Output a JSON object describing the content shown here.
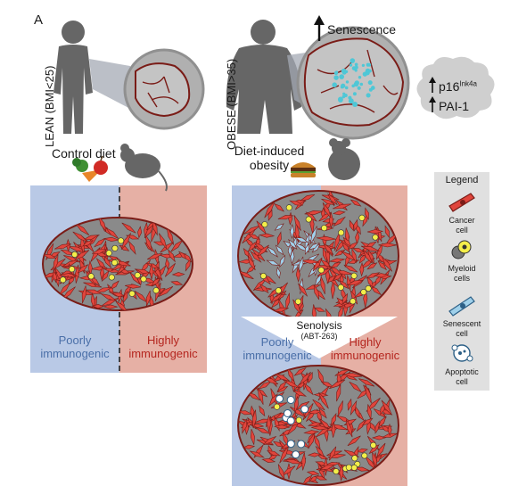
{
  "panel_letter": "A",
  "lean": {
    "label": "LEAN (BMI<25)",
    "diet": "Control diet"
  },
  "obese": {
    "label": "OBESE (BMI>35)",
    "diet_line1": "Diet-induced",
    "diet_line2": "obesity"
  },
  "senescence": {
    "label": "Senescence"
  },
  "markers": {
    "p16_base": "p16",
    "p16_sup": "Ink4a",
    "pai1": "PAI-1"
  },
  "tumor_left": {
    "poorly_line1": "Poorly",
    "poorly_line2": "immunogenic",
    "highly_line1": "Highly",
    "highly_line2": "immunogenic"
  },
  "tumor_right": {
    "poorly_line1": "Poorly",
    "poorly_line2": "immunogenic",
    "highly_line1": "Highly",
    "highly_line2": "immunogenic"
  },
  "senolysis": {
    "title": "Senolysis",
    "drug": "(ABT-263)"
  },
  "legend": {
    "title": "Legend",
    "items": [
      {
        "line1": "Cancer",
        "line2": "cell",
        "icon": "cancer-cell-icon"
      },
      {
        "line1": "Myeloid",
        "line2": "cells",
        "icon": "myeloid-cell-icon"
      },
      {
        "line1": "Senescent",
        "line2": "cell",
        "icon": "senescent-cell-icon"
      },
      {
        "line1": "Apoptotic",
        "line2": "cell",
        "icon": "apoptotic-cell-icon"
      }
    ]
  },
  "colors": {
    "poorly_bg": "#b9c9e6",
    "highly_bg": "#e6b0a5",
    "tumor_gray": "#8a8a8a",
    "cancer_red": "#e0453c",
    "senescent_blue": "#9fd0ea",
    "myeloid_yellow": "#f4ee4a",
    "outline_dark_red": "#7a1c17",
    "silhouette": "#666666",
    "legend_bg": "#e0e0e0"
  }
}
